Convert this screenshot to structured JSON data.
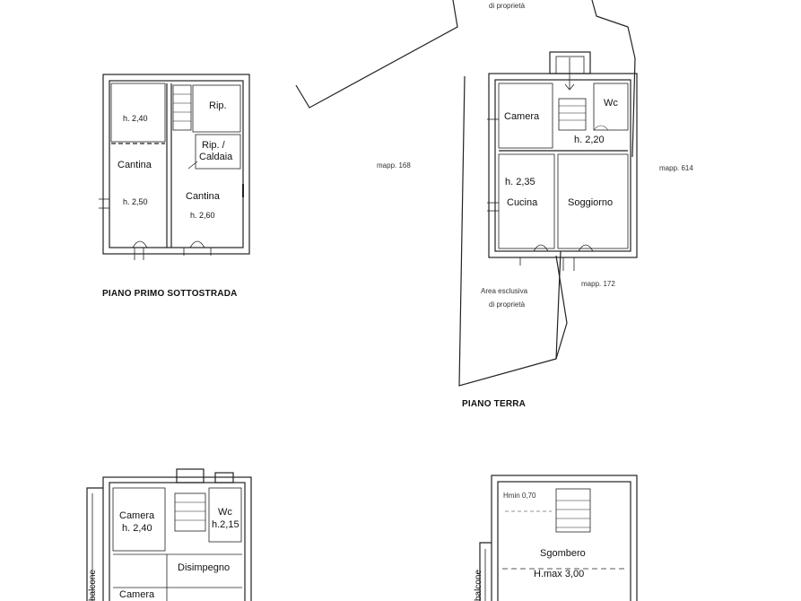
{
  "top_area": {
    "area_label_line2": "di proprietà"
  },
  "primo_sottostrada": {
    "title": "PIANO PRIMO SOTTOSTRADA",
    "rooms": {
      "height_top_left": "h. 2,40",
      "rip": "Rip.",
      "rip_caldaia_line1": "Rip. /",
      "rip_caldaia_line2": "Caldaia",
      "cantina_left": "Cantina",
      "height_left": "h. 2,50",
      "cantina_right": "Cantina",
      "height_right": "h. 2,60"
    }
  },
  "piano_terra": {
    "title": "PIANO TERRA",
    "rooms": {
      "camera": "Camera",
      "wc": "Wc",
      "height_disimpegno": "h. 2,20",
      "height_cucina": "h. 2,35",
      "cucina": "Cucina",
      "soggiorno": "Soggiorno"
    },
    "mapp_left": "mapp. 168",
    "mapp_right": "mapp. 614",
    "mapp_bottom": "mapp. 172",
    "area_label_line1": "Area esclusiva",
    "area_label_line2": "di proprietà"
  },
  "primo_piano": {
    "rooms": {
      "camera_top": "Camera",
      "height_camera": "h. 2,40",
      "wc": "Wc",
      "height_wc": "h.2,15",
      "disimpegno": "Disimpegno",
      "camera_bottom": "Camera"
    },
    "balcone": "balcone"
  },
  "sottotetto": {
    "rooms": {
      "hmin": "Hmin 0,70",
      "sgombero": "Sgombero",
      "hmax": "H.max 3,00"
    },
    "balcone": "balcone"
  }
}
